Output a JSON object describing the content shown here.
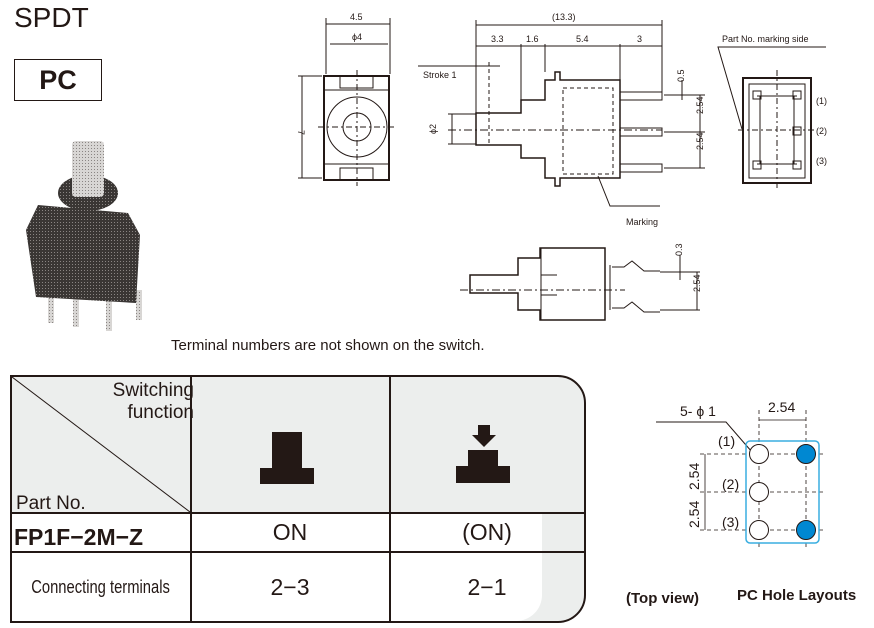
{
  "header": {
    "title": "SPDT",
    "series_label": "PC"
  },
  "photo": {
    "icon": "switch-photo",
    "description": "Push switch product photo"
  },
  "drawings": {
    "front_view": {
      "width": "4.5",
      "diameter": "ϕ4",
      "height": "7"
    },
    "side_view": {
      "overall": "(13.3)",
      "segments": [
        "3.3",
        "1.6",
        "5.4",
        "3"
      ],
      "stroke_label": "Stroke 1",
      "plunger_diameter": "ϕ2",
      "pin_width": "0.5",
      "pitch_1": "2.54",
      "pitch_2": "2.54",
      "marking_label": "Marking"
    },
    "rear_view": {
      "marking_side_label": "Part No. marking side",
      "terminals": [
        "(1)",
        "(2)",
        "(3)"
      ]
    },
    "bottom_view": {
      "pin_thickness": "0.3",
      "pitch": "2.54"
    }
  },
  "note": "Terminal numbers are not shown on the switch.",
  "table": {
    "header_top": "Switching function",
    "header_top_line1": "Switching",
    "header_top_line2": "function",
    "header_bottom": "Part No.",
    "columns": [
      {
        "icon": "released-plunger-icon",
        "state": "ON",
        "terminals": "2−3"
      },
      {
        "icon": "pressed-plunger-icon",
        "state": "(ON)",
        "terminals": "2−1"
      }
    ],
    "part_no": "FP1F−2M−Z",
    "row_label_terminals": "Connecting terminals"
  },
  "pc_layout": {
    "hole_label": "5- ϕ 1",
    "h_pitch": "2.54",
    "v_pitch_1": "2.54",
    "v_pitch_2": "2.54",
    "terminals": [
      "(1)",
      "(2)",
      "(3)"
    ],
    "accent_color": "#0088d2",
    "frame_color": "#3aaee0"
  },
  "captions": {
    "top_view": "(Top view)",
    "pc_hole": "PC Hole Layouts"
  }
}
